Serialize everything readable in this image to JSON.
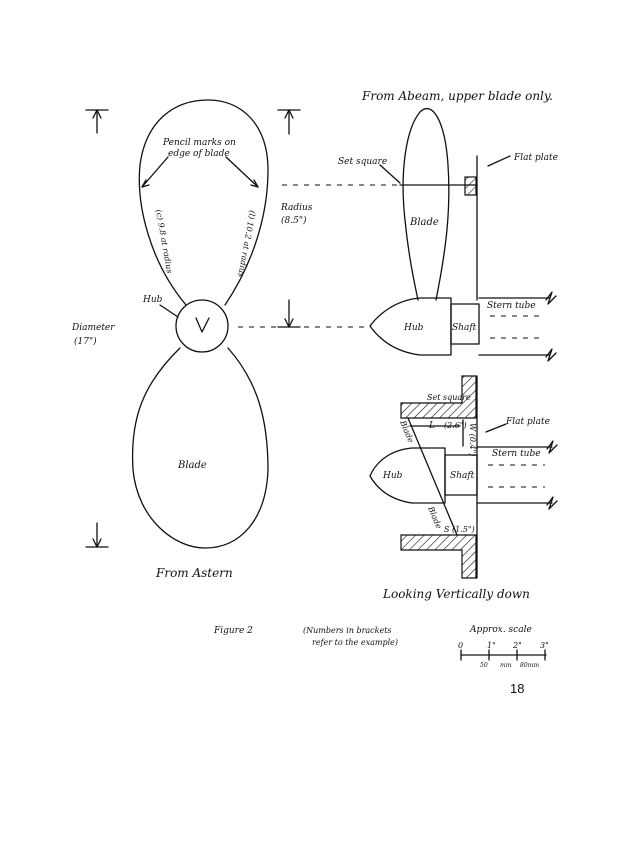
{
  "labels": {
    "from_abeam": "From Abeam, upper blade only.",
    "pencil_marks_1": "Pencil marks on",
    "pencil_marks_2": "edge of blade",
    "set_square_top": "Set square",
    "flat_plate_top": "Flat plate",
    "radius": "Radius",
    "radius_value": "(8.5\")",
    "blade_abeam": "Blade",
    "hub_left": "Hub",
    "hub_abeam": "Hub",
    "shaft_abeam": "Shaft",
    "stern_tube_top": "Stern tube",
    "diameter": "Diameter",
    "diameter_value": "(17\")",
    "blade_left_edge_text": "(c) 9.8 at radius",
    "blade_right_edge_text": "(l) 10.2 at radius",
    "blade_lower": "Blade",
    "from_astern": "From Astern",
    "set_square_bottom": "Set square",
    "L_mark": "L",
    "L_value": "(2.6\")",
    "W_value": "W (0.4\")",
    "flat_plate_bottom": "Flat plate",
    "blade_diag_upper": "Blade",
    "hub_plan": "Hub",
    "shaft_plan": "Shaft",
    "stern_tube_bottom": "Stern tube",
    "blade_diag_lower": "Blade",
    "S_value": "S (1.5\")",
    "looking_down": "Looking Vertically down",
    "figure": "Figure 2",
    "note_1": "(Numbers in brackets",
    "note_2": "refer to the example)",
    "scale_title": "Approx. scale",
    "scale_0": "0",
    "scale_1": "1\"",
    "scale_2": "2\"",
    "scale_3": "3\"",
    "scale_sub_1": "50",
    "scale_sub_2": "mm",
    "scale_sub_3": "80mm",
    "page_number": "18"
  }
}
